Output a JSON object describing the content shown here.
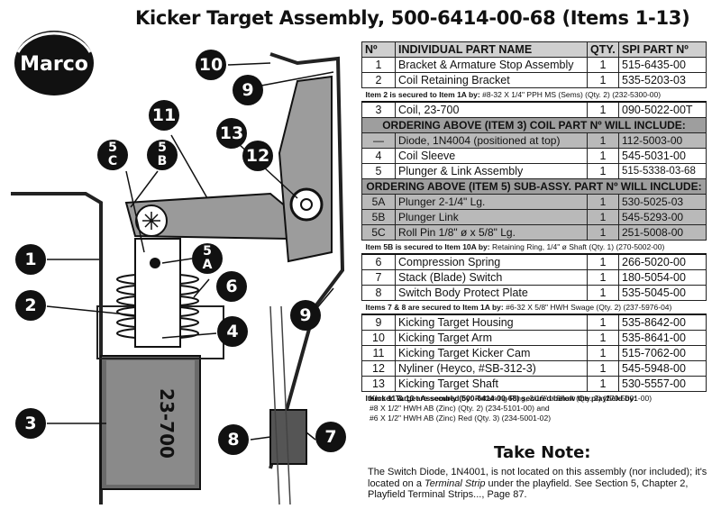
{
  "title": "Kicker Target Assembly, 500-6414-00-68 (Items 1-13)",
  "logo_text": "Marco",
  "callouts": {
    "c1": "1",
    "c2": "2",
    "c3": "3",
    "c4": "4",
    "c5a": "5 A",
    "c5b": "5 B",
    "c5c": "5 C",
    "c6": "6",
    "c7": "7",
    "c8": "8",
    "c9a": "9",
    "c9b": "9",
    "c10": "10",
    "c11": "11",
    "c12": "12",
    "c13": "13"
  },
  "coil_label": "23-700",
  "table": {
    "headers": {
      "num": "Nº",
      "name": "INDIVIDUAL PART NAME",
      "qty": "QTY.",
      "pn": "SPI PART Nº"
    },
    "rows_a": [
      {
        "num": "1",
        "name": "Bracket & Armature Stop Assembly",
        "qty": "1",
        "pn": "515-6435-00"
      },
      {
        "num": "2",
        "name": "Coil Retaining Bracket",
        "qty": "1",
        "pn": "535-5203-03"
      }
    ],
    "note2": "Item 2 is secured to Item 1A by:",
    "note2_detail": "#8-32 X 1/4\" PPH MS (Sems) (Qty. 2) (232-5300-00)",
    "row3": {
      "num": "3",
      "name": "Coil, 23-700",
      "qty": "1",
      "pn": "090-5022-00T"
    },
    "coil_includes": "ORDERING ABOVE (ITEM 3) COIL PART Nº WILL INCLUDE:",
    "diode": {
      "num": "—",
      "name": "Diode, 1N4004 (positioned at top)",
      "qty": "1",
      "pn": "112-5003-00"
    },
    "rows_b": [
      {
        "num": "4",
        "name": "Coil Sleeve",
        "qty": "1",
        "pn": "545-5031-00"
      },
      {
        "num": "5",
        "name": "Plunger & Link Assembly",
        "qty": "1",
        "pn": "515-5338-03-68"
      }
    ],
    "subassy_includes": "ORDERING ABOVE (ITEM 5) SUB-ASSY. PART Nº WILL INCLUDE:",
    "sub": [
      {
        "num": "5A",
        "name": "Plunger 2-1/4\" Lg.",
        "qty": "1",
        "pn": "530-5025-03"
      },
      {
        "num": "5B",
        "name": "Plunger Link",
        "qty": "1",
        "pn": "545-5293-00"
      },
      {
        "num": "5C",
        "name": "Roll Pin 1/8\" ø x 5/8\" Lg.",
        "qty": "1",
        "pn": "251-5008-00"
      }
    ],
    "note5b": "Item 5B is secured to Item 10A by:",
    "note5b_detail": "Retaining Ring, 1/4\" ø Shaft (Qty. 1) (270-5002-00)",
    "rows_c": [
      {
        "num": "6",
        "name": "Compression Spring",
        "qty": "1",
        "pn": "266-5020-00"
      },
      {
        "num": "7",
        "name": "Stack (Blade) Switch",
        "qty": "1",
        "pn": "180-5054-00"
      },
      {
        "num": "8",
        "name": "Switch Body Protect Plate",
        "qty": "1",
        "pn": "535-5045-00"
      }
    ],
    "note78": "Items 7 & 8 are secured to Item 1A by:",
    "note78_detail": "#6-32 X 5/8\" HWH Swage (Qty. 2) (237-5976-04)",
    "rows_d": [
      {
        "num": "9",
        "name": "Kicking Target Housing",
        "qty": "1",
        "pn": "535-8642-00"
      },
      {
        "num": "10",
        "name": "Kicking Target Arm",
        "qty": "1",
        "pn": "535-8641-00"
      },
      {
        "num": "11",
        "name": "Kicking Target Kicker Cam",
        "qty": "1",
        "pn": "515-7062-00"
      },
      {
        "num": "12",
        "name": "Nyliner (Heyco, #SB-312-3)",
        "qty": "1",
        "pn": "545-5948-00"
      },
      {
        "num": "13",
        "name": "Kicking Target Shaft",
        "qty": "1",
        "pn": "530-5557-00"
      }
    ],
    "note1113": "Items 11 & 13 are secured by:",
    "note1113_detail": "Retaining Ring, 3/16\" ø Shaft (Qty. 2) (270-5001-00)"
  },
  "footer": {
    "line1": "Kicker Target Assembly (500-6414-00-68) secured below the playfield by:",
    "line2": "#8 X 1/2\" HWH AB (Zinc) (Qty. 2) (234-5101-00) and",
    "line3": "#6 X 1/2\" HWH AB (Zinc) Red (Qty. 3) (234-5001-02)"
  },
  "take_note": {
    "title": "Take Note:",
    "body_1": "The Switch Diode, 1N4001, is not located on this assembly (nor included); it's located on a ",
    "body_em": "Terminal Strip",
    "body_2": " under the playfield. See Section 5, Chapter 2, Playfield Terminal Strips..., Page 87."
  }
}
